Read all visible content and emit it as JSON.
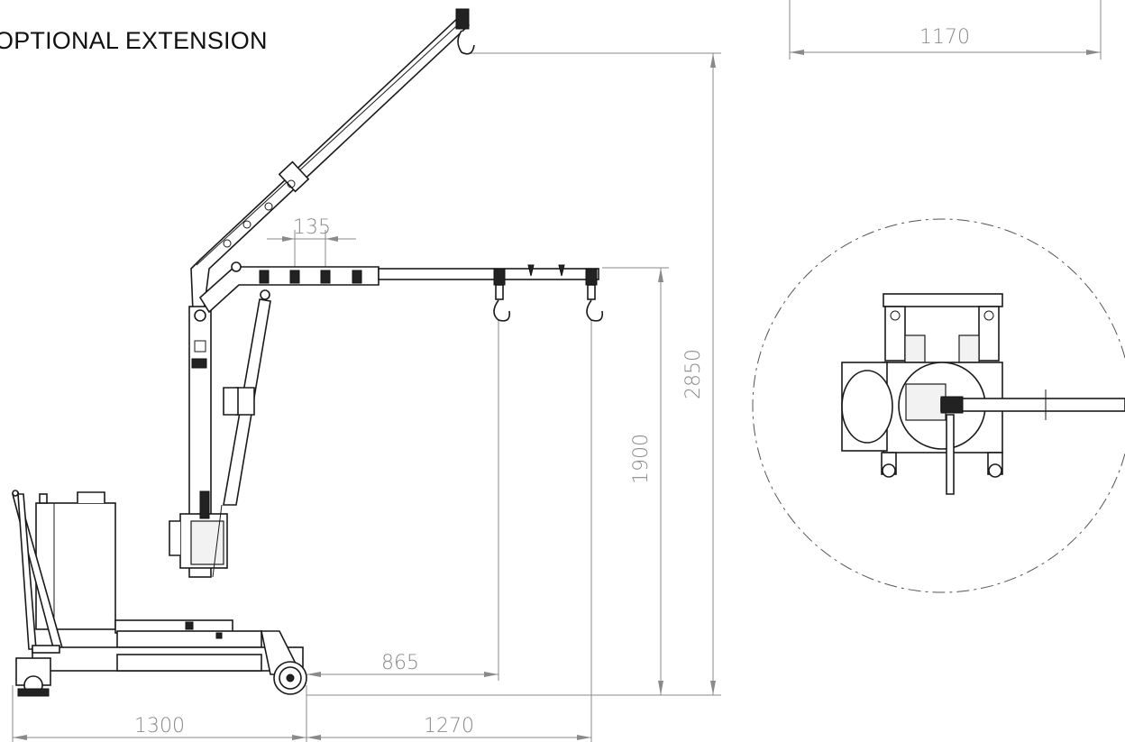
{
  "title": "OPTIONAL EXTENSION",
  "dimensions": {
    "top_width": "1170",
    "hook_spacing": "135",
    "max_height": "2850",
    "boom_height": "1900",
    "reach_front": "865",
    "base_length": "1300",
    "reach_max": "1270"
  }
}
